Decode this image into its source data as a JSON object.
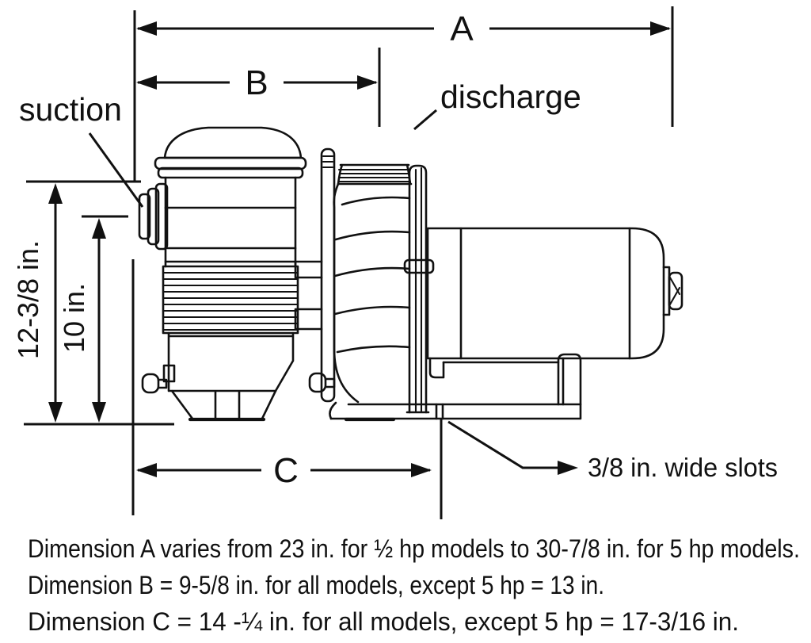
{
  "diagram": {
    "type": "technical-dimension-drawing",
    "subject": "pump side view with dimension callouts",
    "labels": {
      "dim_a": "A",
      "dim_b": "B",
      "dim_c": "C",
      "suction": "suction",
      "discharge": "discharge",
      "overall_height": "12-3/8 in.",
      "suction_height": "10 in.",
      "slots": "3/8 in. wide slots"
    },
    "notes": [
      "Dimension A varies from 23 in. for ½ hp models to 30-7/8 in. for 5 hp models.",
      "Dimension B = 9-5/8 in. for all models, except 5 hp = 13 in.",
      "Dimension C = 14 -¼ in. for all models, except 5 hp = 17-3/16 in."
    ],
    "colors": {
      "line": "#111111",
      "background": "#ffffff"
    }
  }
}
